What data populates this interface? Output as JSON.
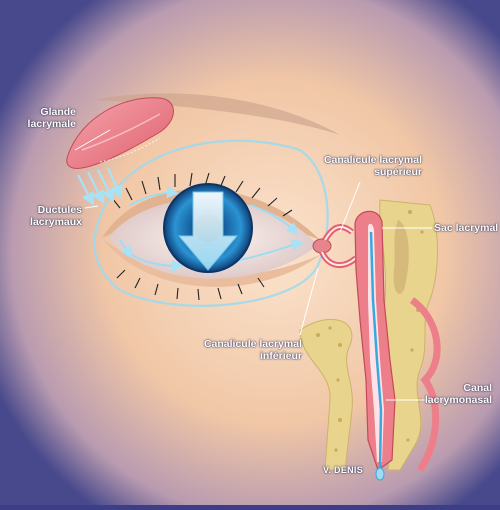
{
  "labels": {
    "glande": [
      "Glande",
      "lacrymale"
    ],
    "ductules": [
      "Ductules",
      "lacrymaux"
    ],
    "canal_sup": [
      "Canalicule lacrymal",
      "supérieur"
    ],
    "sac": "Sac lacrymal",
    "canal_inf": [
      "Canalicule lacrymal",
      "inférieur"
    ],
    "canal_nasal": [
      "Canal",
      "lacrymonasal"
    ],
    "signature": "V. DENIS"
  },
  "colors": {
    "background": "#3d3f86",
    "skin": "#f1c7a6",
    "gland": "#ec7f8a",
    "duct_wall": "#e4606d",
    "bone": "#e8d48c",
    "tear_flow": "#8fd8f2",
    "iris": "#1f7fc0"
  }
}
